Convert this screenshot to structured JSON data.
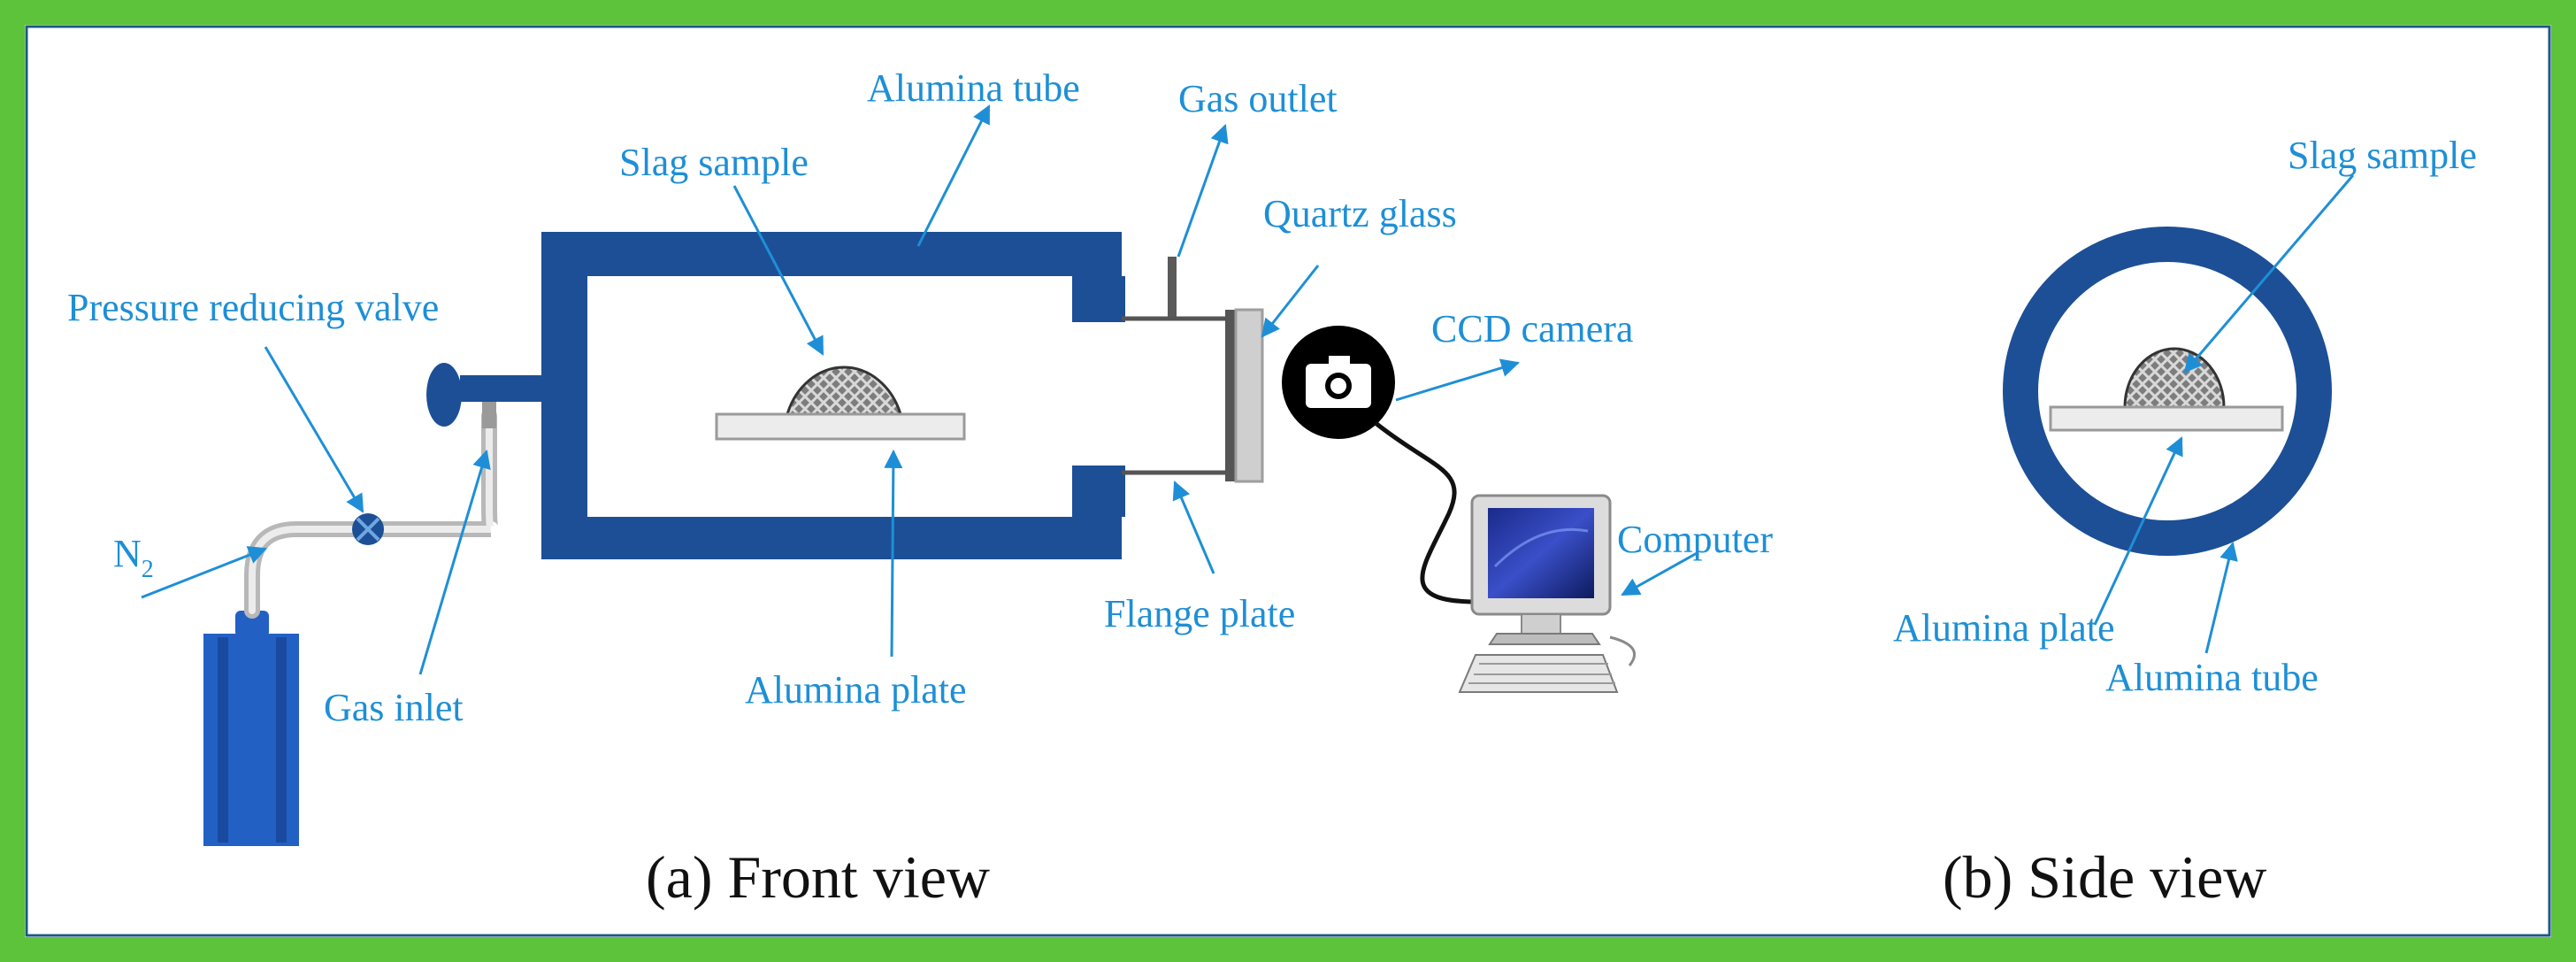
{
  "colors": {
    "frame_green": "#5cc33a",
    "tube_blue": "#1c4f96",
    "label_blue": "#1e8fd6",
    "cylinder_blue": "#2360c4",
    "flange_grey": "#c8c8c8",
    "sample_grey": "#8a8a8a"
  },
  "labels": {
    "n2_main": "N",
    "n2_sub": "2",
    "pressure_reducing_valve": "Pressure reducing valve",
    "gas_inlet": "Gas inlet",
    "slag_sample": "Slag sample",
    "alumina_tube": "Alumina tube",
    "alumina_plate": "Alumina plate",
    "gas_outlet": "Gas outlet",
    "quartz_glass": "Quartz glass",
    "ccd_camera": "CCD camera",
    "flange_plate": "Flange plate",
    "computer": "Computer",
    "side_slag_sample": "Slag sample",
    "side_alumina_plate": "Alumina plate",
    "side_alumina_tube": "Alumina tube"
  },
  "captions": {
    "front": "(a) Front view",
    "side": "(b) Side view"
  },
  "icons": {
    "camera": "camera-icon",
    "computer": "computer-icon",
    "gas_cylinder": "gas-cylinder-icon",
    "valve": "valve-icon"
  }
}
